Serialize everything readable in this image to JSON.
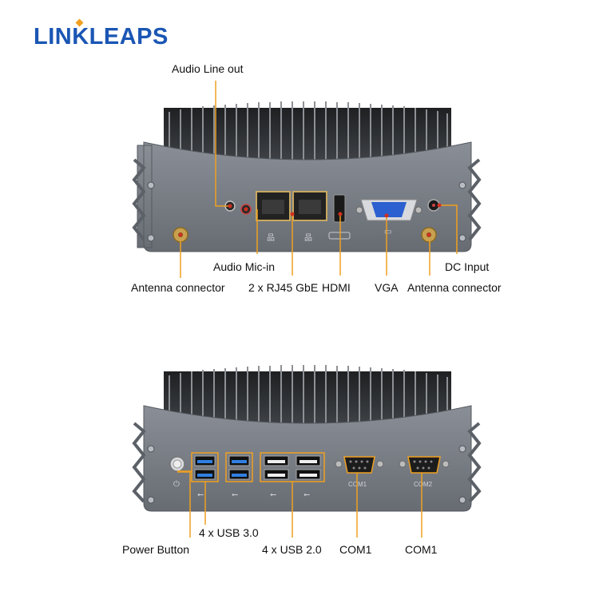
{
  "brand": {
    "logo_text": "LINKLEAPS",
    "logo_prefix": "LIN",
    "logo_k": "K",
    "logo_suffix": "LEAPS",
    "blue": "#1a56b4",
    "orange": "#f0a020"
  },
  "top_device": {
    "port_labels": {
      "lan": "品",
      "vga": "▭"
    },
    "callouts": {
      "audio_line_out": "Audio Line out",
      "audio_mic_in": "Audio Mic-in",
      "antenna_left": "Antenna connector",
      "rj45": "2 x RJ45 GbE",
      "hdmi": "HDMI",
      "vga": "VGA",
      "dc_input": "DC Input",
      "antenna_right": "Antenna connector"
    }
  },
  "bottom_device": {
    "silk": {
      "com1": "COM1",
      "com2": "COM2"
    },
    "callouts": {
      "power_button": "Power Button",
      "usb3": "4 x USB 3.0",
      "usb2": "4 x USB 2.0",
      "com_a": "COM1",
      "com_b": "COM1"
    }
  },
  "colors": {
    "chassis": "#7b8088",
    "chassis_dark": "#5c6168",
    "fins": "#2b2d30",
    "leader": "#f0a020",
    "usb3_blue": "#2f7fe0"
  }
}
